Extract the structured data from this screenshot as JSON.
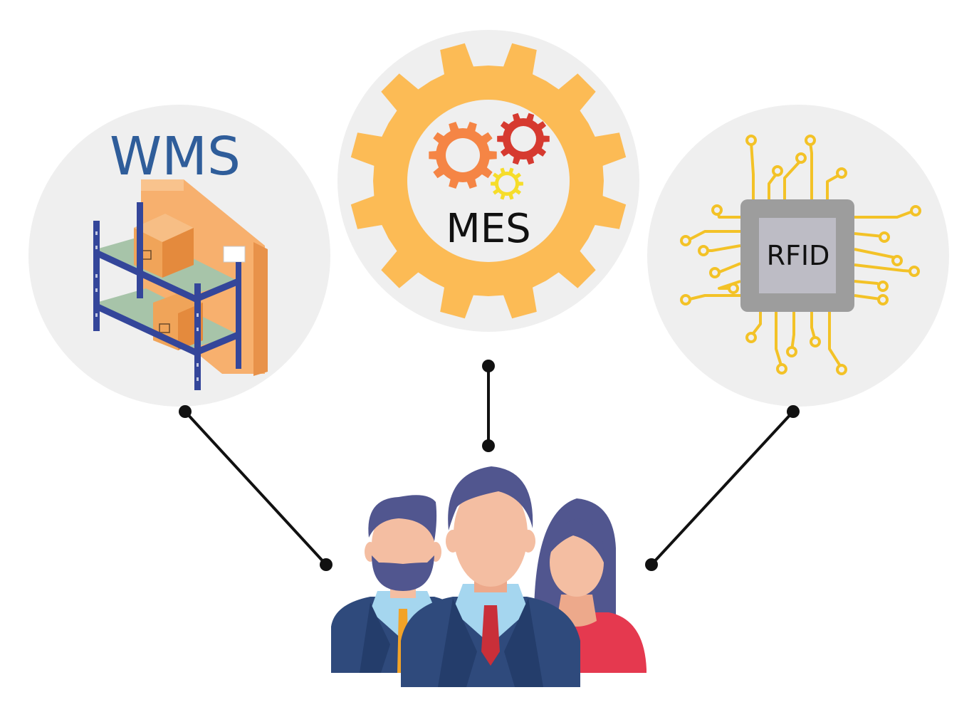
{
  "nodes": {
    "wms": {
      "label": "WMS",
      "color": "#2f5d9a"
    },
    "mes": {
      "label": "MES",
      "color": "#111111"
    },
    "rfid": {
      "label": "RFID",
      "color": "#111111"
    }
  },
  "colors": {
    "circle_bg": "#efefef",
    "gear_outer": "#fcbb55",
    "gear_orange": "#f58545",
    "gear_red": "#d63a30",
    "gear_yellow": "#f6dd2a",
    "chip_body": "#9d9d9d",
    "chip_core": "#bdbcc5",
    "circuit": "#f3c227",
    "suit": "#2f4a7c",
    "skin": "#f4bea2",
    "hair": "#51568f",
    "tie_red": "#c92f39",
    "tie_gold": "#f2a327",
    "woman_top": "#e5394f",
    "collar": "#a5d6ef",
    "shelf_frame": "#34469a",
    "shelf_board": "#a7c4a9",
    "box": "#f0a459",
    "connector": "#111111"
  },
  "icons": [
    "warehouse-shelf-icon",
    "gear-icon",
    "rfid-chip-icon",
    "team-icon"
  ]
}
